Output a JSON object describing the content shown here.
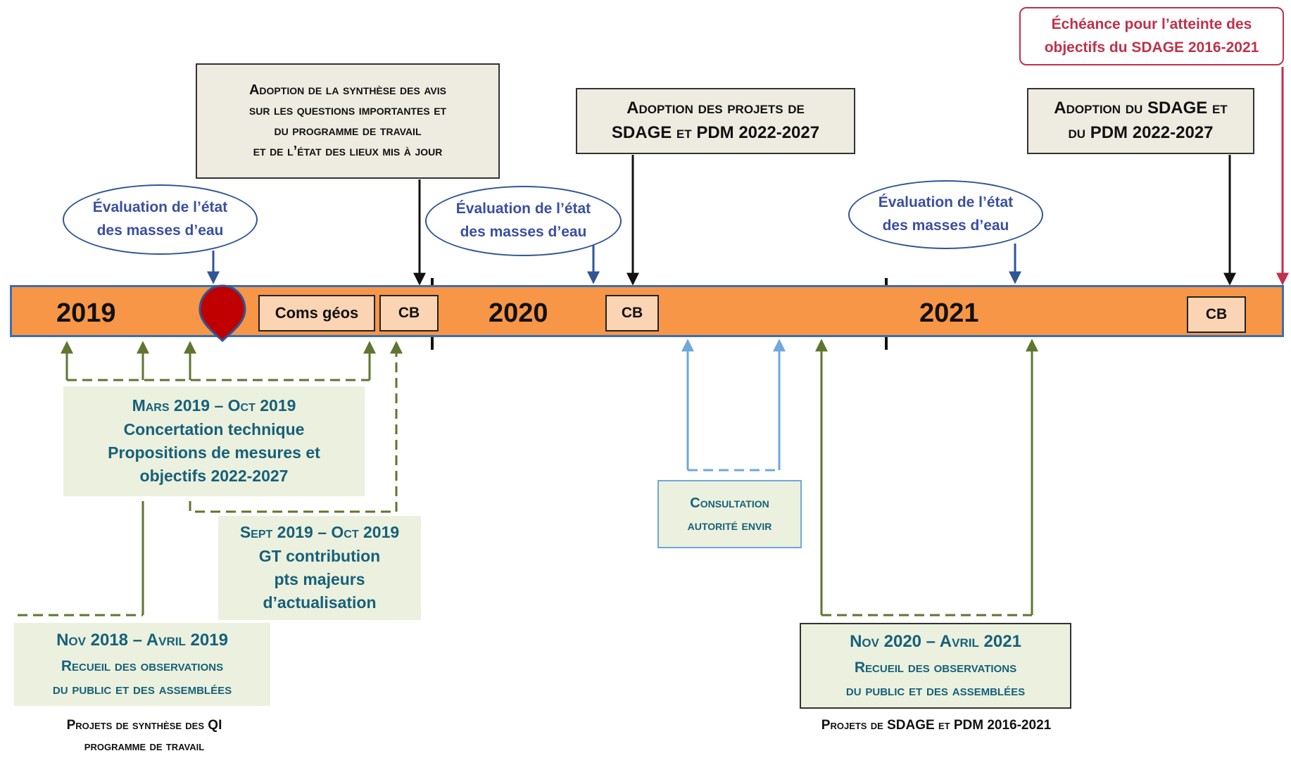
{
  "years": [
    "2019",
    "2020",
    "2021"
  ],
  "bar_boxes": {
    "coms_geos": "Coms géos",
    "cb": "CB"
  },
  "milestones": {
    "synthese": {
      "line1": "Adoption de la synthèse des avis",
      "line2": "sur les questions importantes et",
      "line3": "du programme de travail",
      "line4": "et de l’état des lieux mis à jour"
    },
    "projets": {
      "line1": "Adoption des projets de",
      "line2": "SDAGE et PDM 2022-2027"
    },
    "sdage": {
      "line1": "Adoption du SDAGE et",
      "line2": "du PDM 2022-2027"
    }
  },
  "deadline": {
    "line1": "Échéance pour l’atteinte des",
    "line2": "objectifs du SDAGE 2016-2021"
  },
  "evaluation": {
    "line1": "Évaluation de l’état",
    "line2": "des masses d’eau"
  },
  "concertation": {
    "period": "Mars 2019 – Oct 2019",
    "line1": "Concertation technique",
    "line2": "Propositions de mesures et",
    "line3": "objectifs 2022-2027"
  },
  "gt_contribution": {
    "period": "Sept 2019 – Oct 2019",
    "line1": "GT contribution",
    "line2": "pts majeurs",
    "line3": "d’actualisation"
  },
  "recueil_2019": {
    "period": "Nov 2018 – Avril 2019",
    "line1": "Recueil des observations",
    "line2": "du public et des assemblées"
  },
  "recueil_2021": {
    "period": "Nov 2020 – Avril 2021",
    "line1": "Recueil des observations",
    "line2": "du public et des assemblées"
  },
  "consultation": {
    "line1": "Consultation",
    "line2": "autorité envir"
  },
  "captions": {
    "left_line1": "Projets de synthèse des QI",
    "left_line2": "programme de travail",
    "right": "Projets de SDAGE et PDM 2016-2021"
  },
  "colors": {
    "bar": "#f79646",
    "bar_border": "#3a6fb0",
    "small_box": "#fbd4b4",
    "milestone_bg": "#eeece1",
    "green_box": "#ebf1de",
    "green_text": "#17607a",
    "olive_arrow": "#5f7530",
    "blue_arrow": "#2f5597",
    "light_blue": "#6fa8dc",
    "deadline_red": "#c0314b",
    "marker": "#c00000"
  }
}
